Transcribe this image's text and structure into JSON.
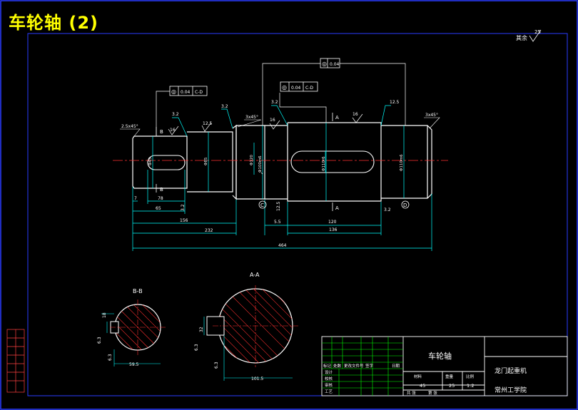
{
  "title": "车轮轴 (2)",
  "roughness_note": {
    "label": "其余",
    "value": "25"
  },
  "gtol_frames": [
    {
      "symbol": "◎",
      "value": "0.04"
    },
    {
      "symbol": "◎",
      "value": "0.04",
      "datum": "C-D"
    },
    {
      "symbol": "◎",
      "value": "0.04",
      "datum": "C-D"
    }
  ],
  "chamfers": [
    "2.5x45°",
    "3x45°",
    "3x45°"
  ],
  "roughness_values": [
    "16",
    "12.5",
    "3.2",
    "3.2",
    "16",
    "16",
    "3.2",
    "12.5",
    "6.3",
    "6.3"
  ],
  "section_marks": [
    "B",
    "B",
    "A",
    "A"
  ],
  "datum_marks": [
    "C",
    "D"
  ],
  "bottom_dims": [
    "7",
    "78",
    "65",
    "156",
    "5.5",
    "120",
    "136",
    "232",
    "464"
  ],
  "diameter_labels": [
    "Φ45",
    "Φ100m6",
    "Φ110r6",
    "Φ120",
    "Φ110m6",
    "Φ85"
  ],
  "section_titles": [
    "B-B",
    "A-A"
  ],
  "section_dims": [
    "59.5",
    "101.5",
    "18",
    "32"
  ],
  "title_block": {
    "part_name": "车轮轴",
    "material": "45",
    "weight": "25",
    "scale": "1:2",
    "product": "龙门起重机",
    "school": "常州工学院",
    "headers": [
      "标记",
      "处数",
      "更改文件号",
      "签字",
      "日期"
    ],
    "row_labels": [
      "设计",
      "校核",
      "审核",
      "工艺"
    ],
    "cells": [
      "材料",
      "重量",
      "比例"
    ],
    "sheet": [
      "共 张",
      "第 张"
    ]
  }
}
